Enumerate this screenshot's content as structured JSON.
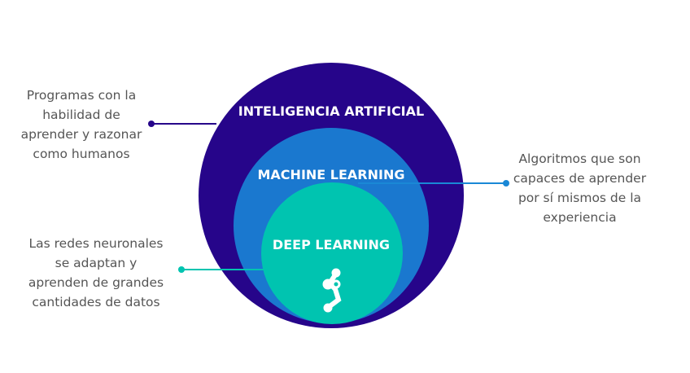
{
  "circles": {
    "ai": {
      "label": "INTELIGENCIA ARTIFICIAL",
      "color": "#26058a"
    },
    "ml": {
      "label": "MACHINE LEARNING",
      "color": "#1a78cf"
    },
    "dl": {
      "label": "DEEP LEARNING",
      "color": "#00c4b0"
    }
  },
  "notes": {
    "ai": "Programas con la\nhabilidad de\naprender y razonar\ncomo humanos",
    "ml": "Algoritmos que son\ncapaces de aprender\npor sí mismos de la\nexperiencia",
    "dl": "Las redes neuronales\nse adaptan y\naprenden de grandes\ncantidades de datos"
  },
  "icon": "neural-network-logo-icon"
}
